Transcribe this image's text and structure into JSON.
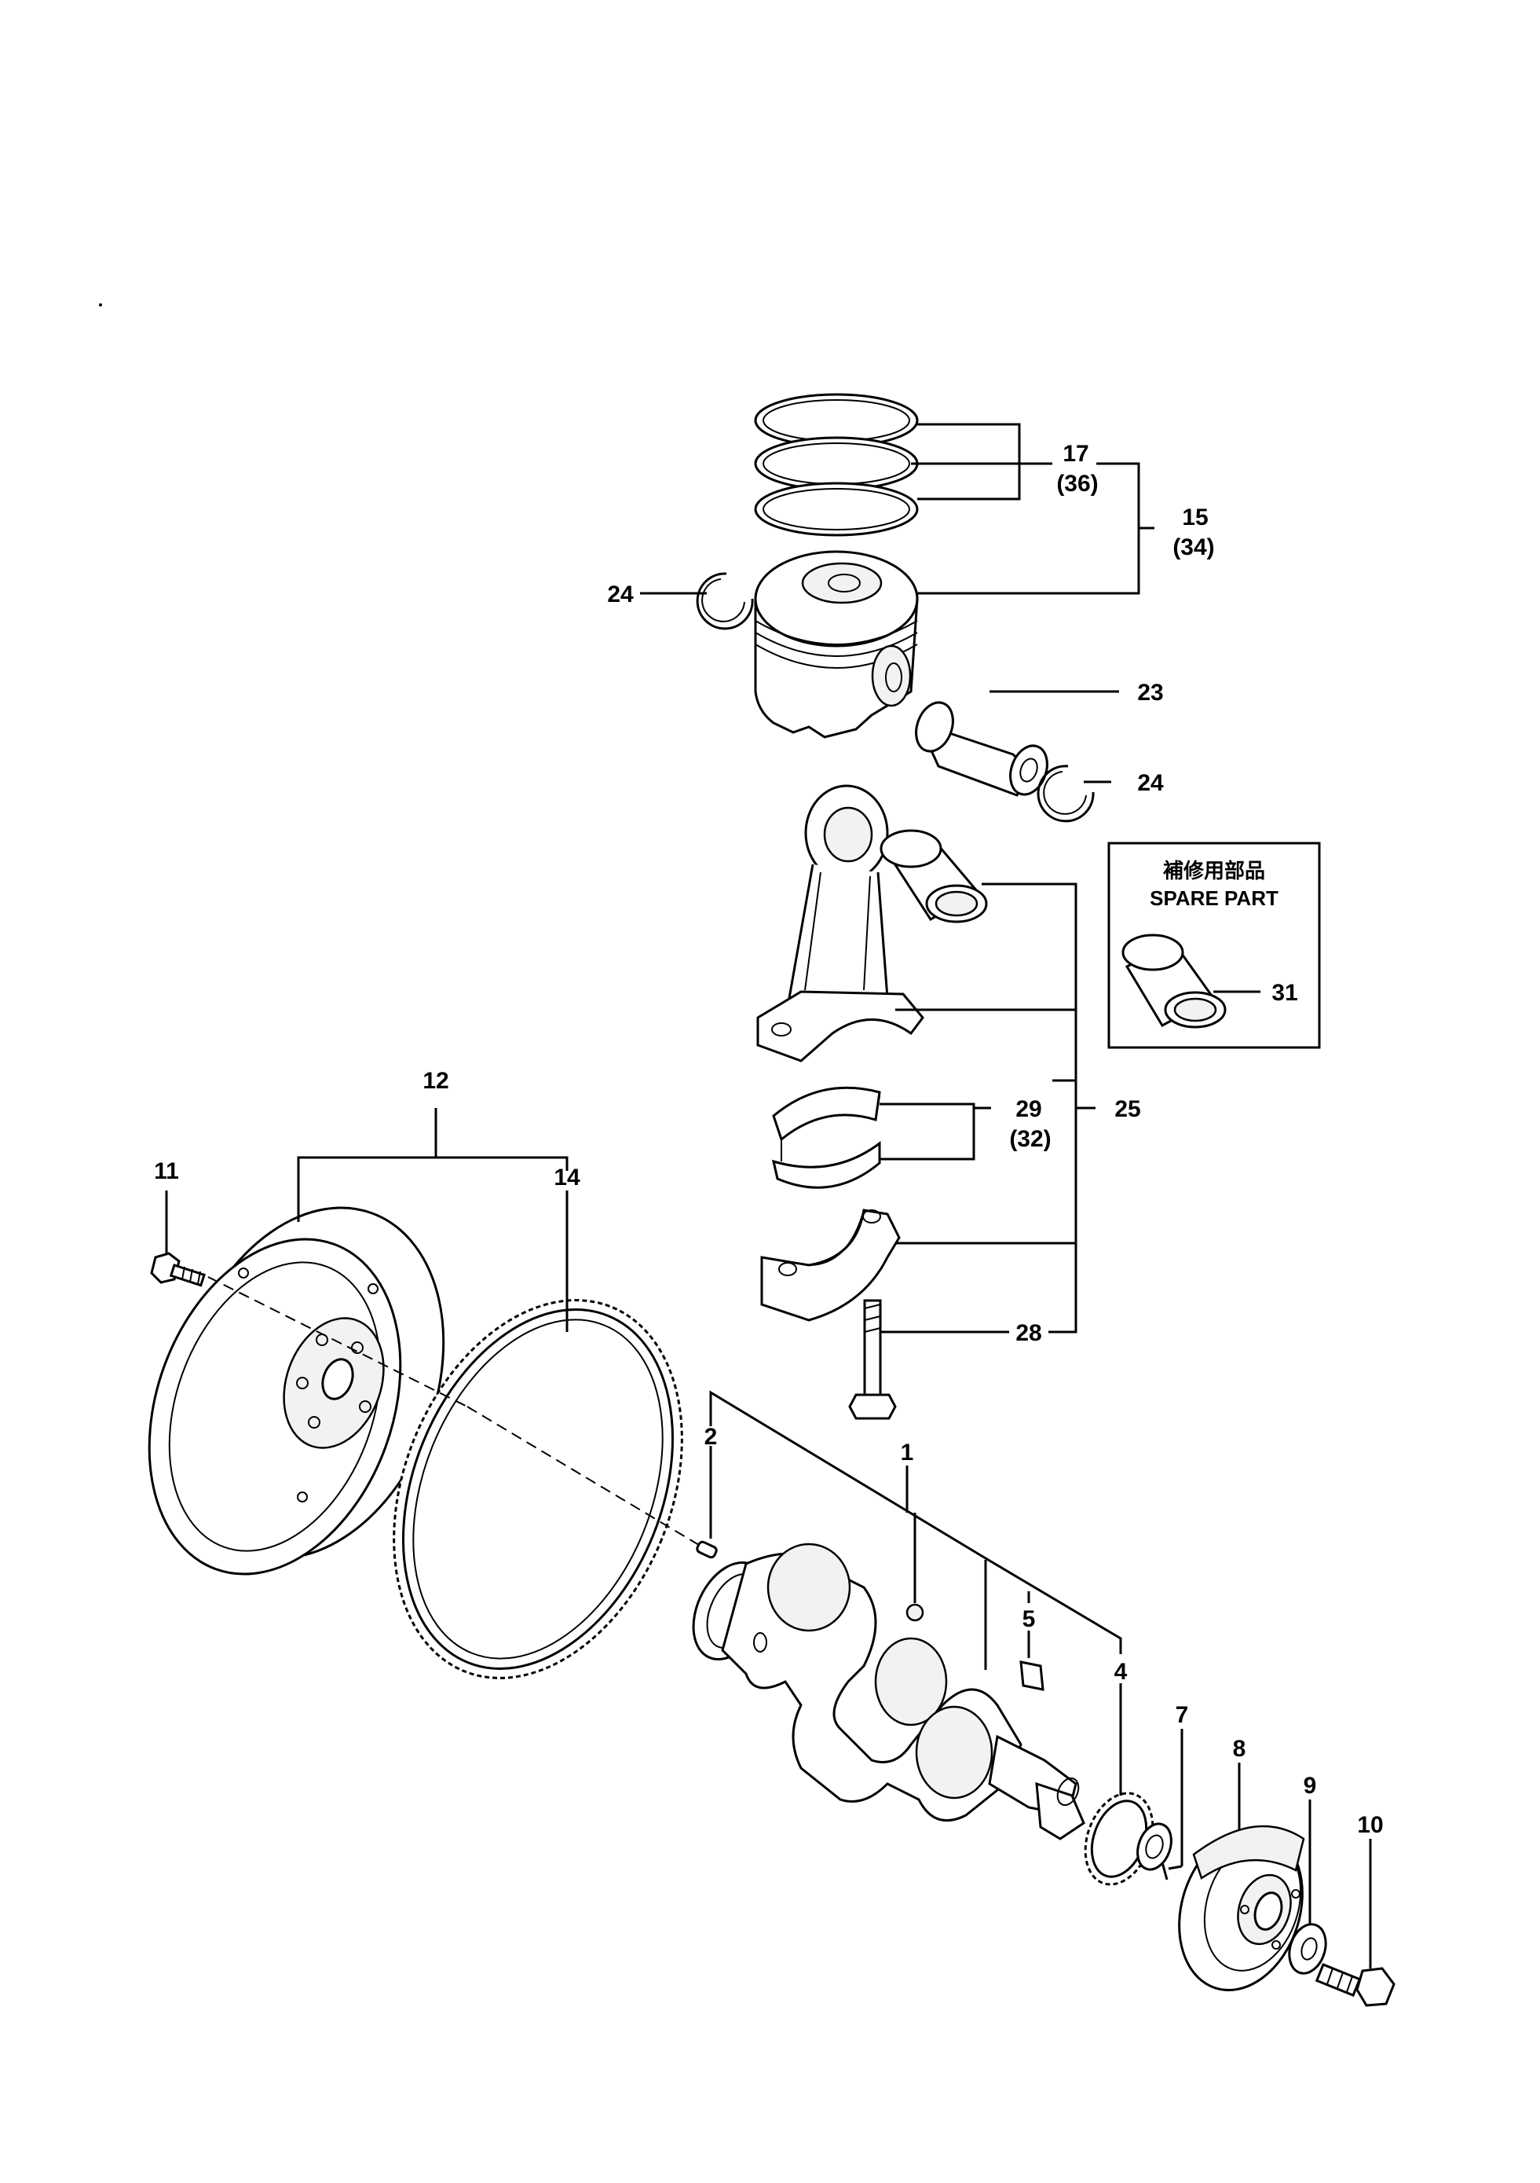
{
  "labels": {
    "p1": "1",
    "p2": "2",
    "p4": "4",
    "p5": "5",
    "p7": "7",
    "p8": "8",
    "p9": "9",
    "p10": "10",
    "p11": "11",
    "p12": "12",
    "p14": "14",
    "p15": "15",
    "p15_alt": "(34)",
    "p17": "17",
    "p17_alt": "(36)",
    "p23": "23",
    "p24_left": "24",
    "p24_right": "24",
    "p25": "25",
    "p28": "28",
    "p29": "29",
    "p29_alt": "(32)",
    "p31": "31"
  },
  "spare_box": {
    "title_jp": "補修用部品",
    "title_en": "SPARE PART"
  }
}
